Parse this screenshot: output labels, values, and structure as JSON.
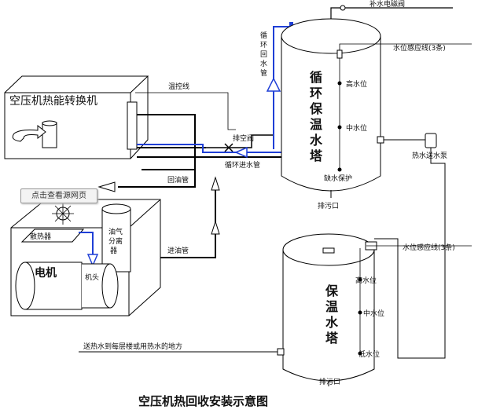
{
  "title": "空压机热回收安装示意图",
  "source_button": "点击查看源网页",
  "labels": {
    "converter": "空压机热能转换机",
    "temp_line": "温控线",
    "return_oil": "回油管",
    "inlet_oil": "进油管",
    "exhaust_valve": "排空阀",
    "circ_in": "循环进水管",
    "circ_return": [
      "循",
      "环",
      "回",
      "水",
      "管"
    ],
    "makeup_valve": "补水电磁阀",
    "level_line_top": "水位感应线(3条)",
    "level_line_bottom": "水位感应线(3条)",
    "high_top": "高水位",
    "mid_top": "中水位",
    "lack": "缺水保护",
    "drain_top": "排污口",
    "hot_pump": "热水送水泵",
    "tank_top": [
      "循",
      "环",
      "保",
      "温",
      "水",
      "塔"
    ],
    "tank_bottom": [
      "保",
      "温",
      "水",
      "塔"
    ],
    "high_bottom": "高水位",
    "mid_bottom": "中水位",
    "low_bottom": "低水位",
    "drain_bottom": "排污口",
    "send_hot": "送热水到每层楼或用热水的地方",
    "radiator": "散热器",
    "separator": [
      "油气",
      "分离",
      "器"
    ],
    "motor": "电机",
    "head": "机头"
  },
  "colors": {
    "pipe": "#000000",
    "flow": "#1f3fd6"
  }
}
